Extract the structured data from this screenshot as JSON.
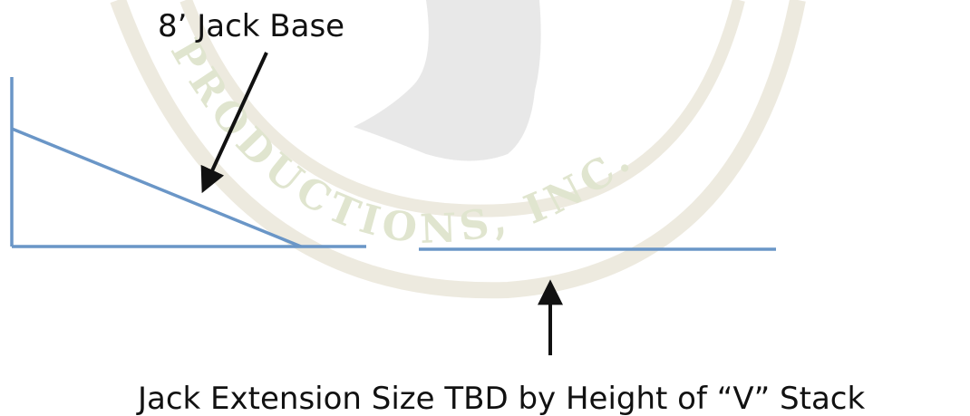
{
  "labels": {
    "jack_base": "8’ Jack Base",
    "jack_extension": "Jack Extension Size TBD by Height of “V” Stack"
  },
  "watermark": {
    "text": "PRODUCTIONS, INC.",
    "ring_color": "#e9e4d6",
    "text_color": "#d8dfc4",
    "figure_color": "#e2e2e2"
  },
  "colors": {
    "line": "#6a96c7",
    "arrow": "#111111",
    "background": "#ffffff"
  }
}
